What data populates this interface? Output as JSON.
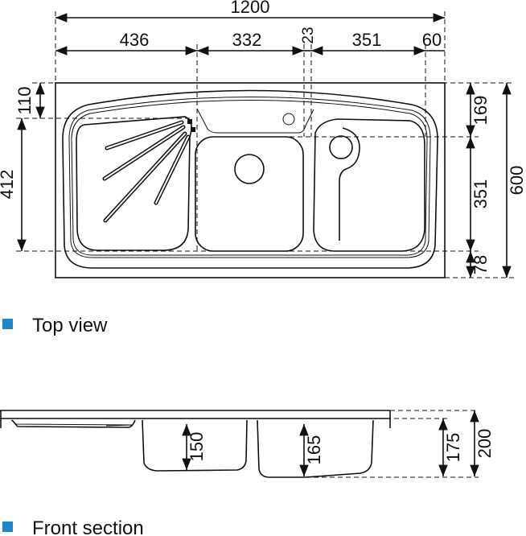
{
  "top_view": {
    "label": "Top view",
    "dims": {
      "overall_width": "1200",
      "left_section": "436",
      "middle_bowl": "332",
      "gap": "23",
      "right_bowl": "351",
      "right_margin": "60",
      "top_margin": "110",
      "left_depth": "412",
      "right_top": "169",
      "right_bowl_depth": "351",
      "bottom_margin": "78",
      "overall_depth": "600"
    }
  },
  "front_section": {
    "label": "Front section",
    "dims": {
      "left_bowl_depth": "150",
      "right_bowl_depth": "165",
      "bowl_depth": "175",
      "overall_height": "200"
    }
  },
  "colors": {
    "legend_marker": "#1a87d0",
    "line": "#111111"
  }
}
